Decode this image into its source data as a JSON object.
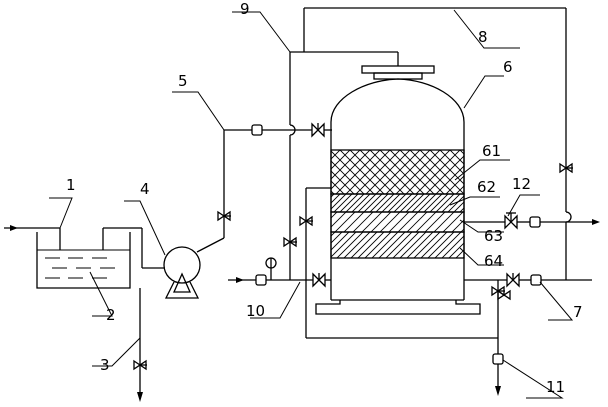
{
  "labels": {
    "l1": "1",
    "l2": "2",
    "l3": "3",
    "l4": "4",
    "l5": "5",
    "l6": "6",
    "l7": "7",
    "l8": "8",
    "l9": "9",
    "l10": "10",
    "l11": "11",
    "l12": "12",
    "l61": "61",
    "l62": "62",
    "l63": "63",
    "l64": "64"
  },
  "colors": {
    "line": "#000000",
    "background": "#ffffff"
  },
  "icons": [
    "valve-icon",
    "pump-icon",
    "pressure-gauge-icon",
    "flow-meter-icon",
    "flow-arrow-icon"
  ]
}
